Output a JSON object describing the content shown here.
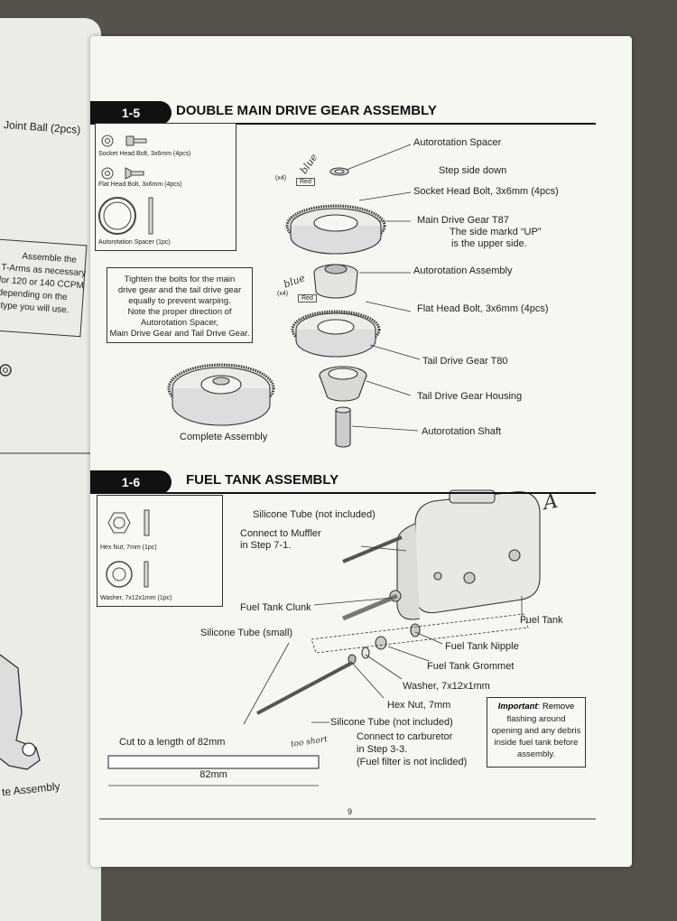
{
  "left_page": {
    "joint_ball": "Joint Ball (2pcs)",
    "note_lines": [
      "Assemble the",
      "T-Arms as necessary",
      "for 120 or 140 CCPM",
      "depending on the",
      "type you will use."
    ],
    "caption": "te Assembly"
  },
  "section_15": {
    "number": "1-5",
    "title": "DOUBLE MAIN DRIVE GEAR ASSEMBLY",
    "parts": {
      "socket_bolt": "Socket Head Bolt, 3x6mm (4pcs)",
      "flat_bolt": "Flat Head Bolt, 3x6mm (4pcs)",
      "spacer": "Autorotation Spacer (1pc)"
    },
    "note_lines": [
      "Tighten the bolts for the main",
      "drive gear and the tail drive gear",
      "equally to prevent warping.",
      "Note the proper direction of",
      "Autorotation Spacer,",
      "Main Drive Gear and Tail Drive Gear."
    ],
    "complete": "Complete Assembly",
    "callouts": {
      "spacer": "Autorotation Spacer",
      "step": "Step side down",
      "socket": "Socket Head Bolt, 3x6mm (4pcs)",
      "main_gear": "Main Drive Gear T87",
      "main_note_1": "The side markd “UP”",
      "main_note_2": "is the upper side.",
      "auto_assembly": "Autorotation Assembly",
      "flat_bolt": "Flat Head Bolt, 3x6mm (4pcs)",
      "tail_gear": "Tail Drive Gear T80",
      "housing": "Tail Drive Gear Housing",
      "shaft": "Autorotation Shaft"
    },
    "x4": "(x4)",
    "red": "Red",
    "hand_blue": "blue"
  },
  "section_16": {
    "number": "1-6",
    "title": "FUEL TANK ASSEMBLY",
    "parts": {
      "hex": "Hex Nut, 7mm (1pc)",
      "washer": "Washer, 7x12x1mm (1pc)"
    },
    "callouts": {
      "silicone_1": "Silicone Tube (not included)",
      "muffler_1": "Connect to Muffler",
      "muffler_2": "in Step 7-1.",
      "clunk": "Fuel Tank Clunk",
      "silicone_small": "Silicone Tube (small)",
      "fuel_tank": "Fuel Tank",
      "nipple": "Fuel Tank Nipple",
      "grommet": "Fuel Tank Grommet",
      "washer": "Washer, 7x12x1mm",
      "hex": "Hex Nut, 7mm",
      "silicone_2": "Silicone Tube (not included)",
      "carb_1": "Connect to carburetor",
      "carb_2": "in Step 3-3.",
      "carb_3": "(Fuel filter is not inclided)",
      "cut": "Cut to a length of 82mm",
      "dim": "82mm"
    },
    "important_title": "Important",
    "important_lines": [
      ": Remove",
      "flashing around",
      "opening and any debris",
      "inside fuel tank before",
      "assembly."
    ],
    "hand_short": "too short",
    "hand_a": "A"
  },
  "footer": {
    "page": "9"
  }
}
